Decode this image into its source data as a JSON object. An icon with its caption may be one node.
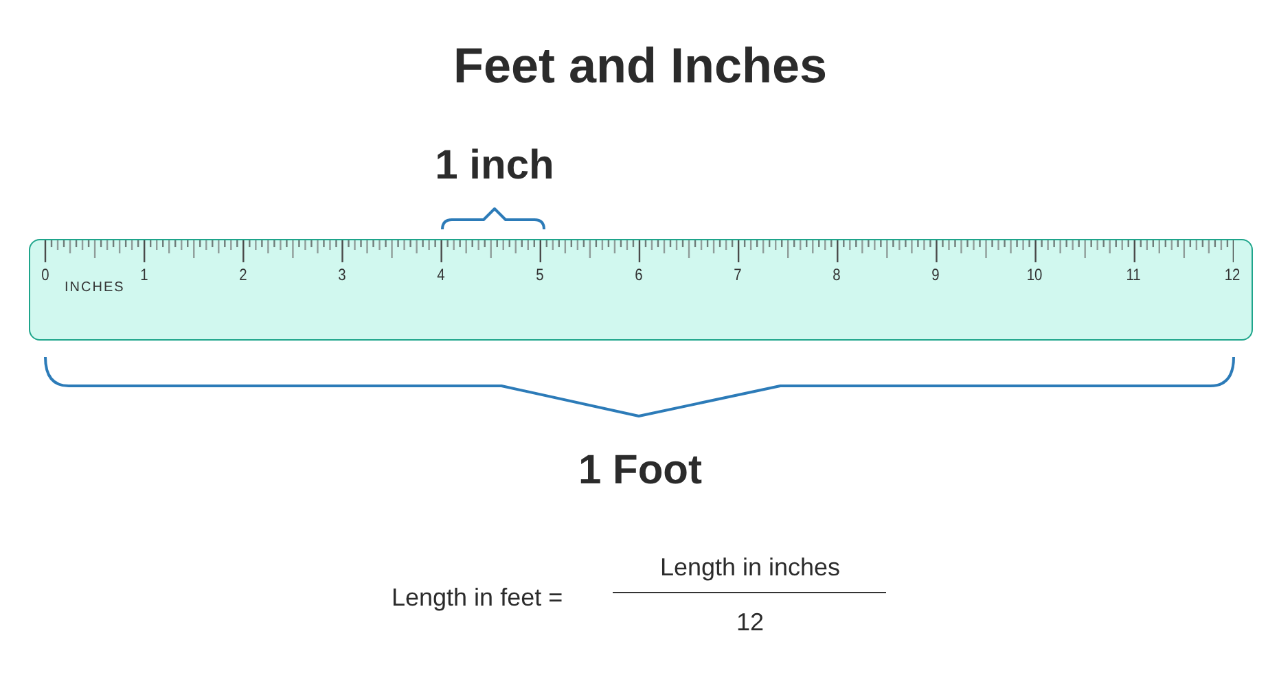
{
  "diagram": {
    "title": "Feet and Inches",
    "nodes": [
      {
        "text": [
          "0",
          "1",
          "2",
          "3",
          "4",
          "5",
          "6",
          "7",
          "8",
          "9",
          "10",
          "11",
          "12",
          "INCHES"
        ]
      }
    ],
    "edges": [],
    "labels": [
      "1 inch",
      "1 Foot",
      "Length in feet =",
      "Length in inches",
      "12"
    ]
  }
}
